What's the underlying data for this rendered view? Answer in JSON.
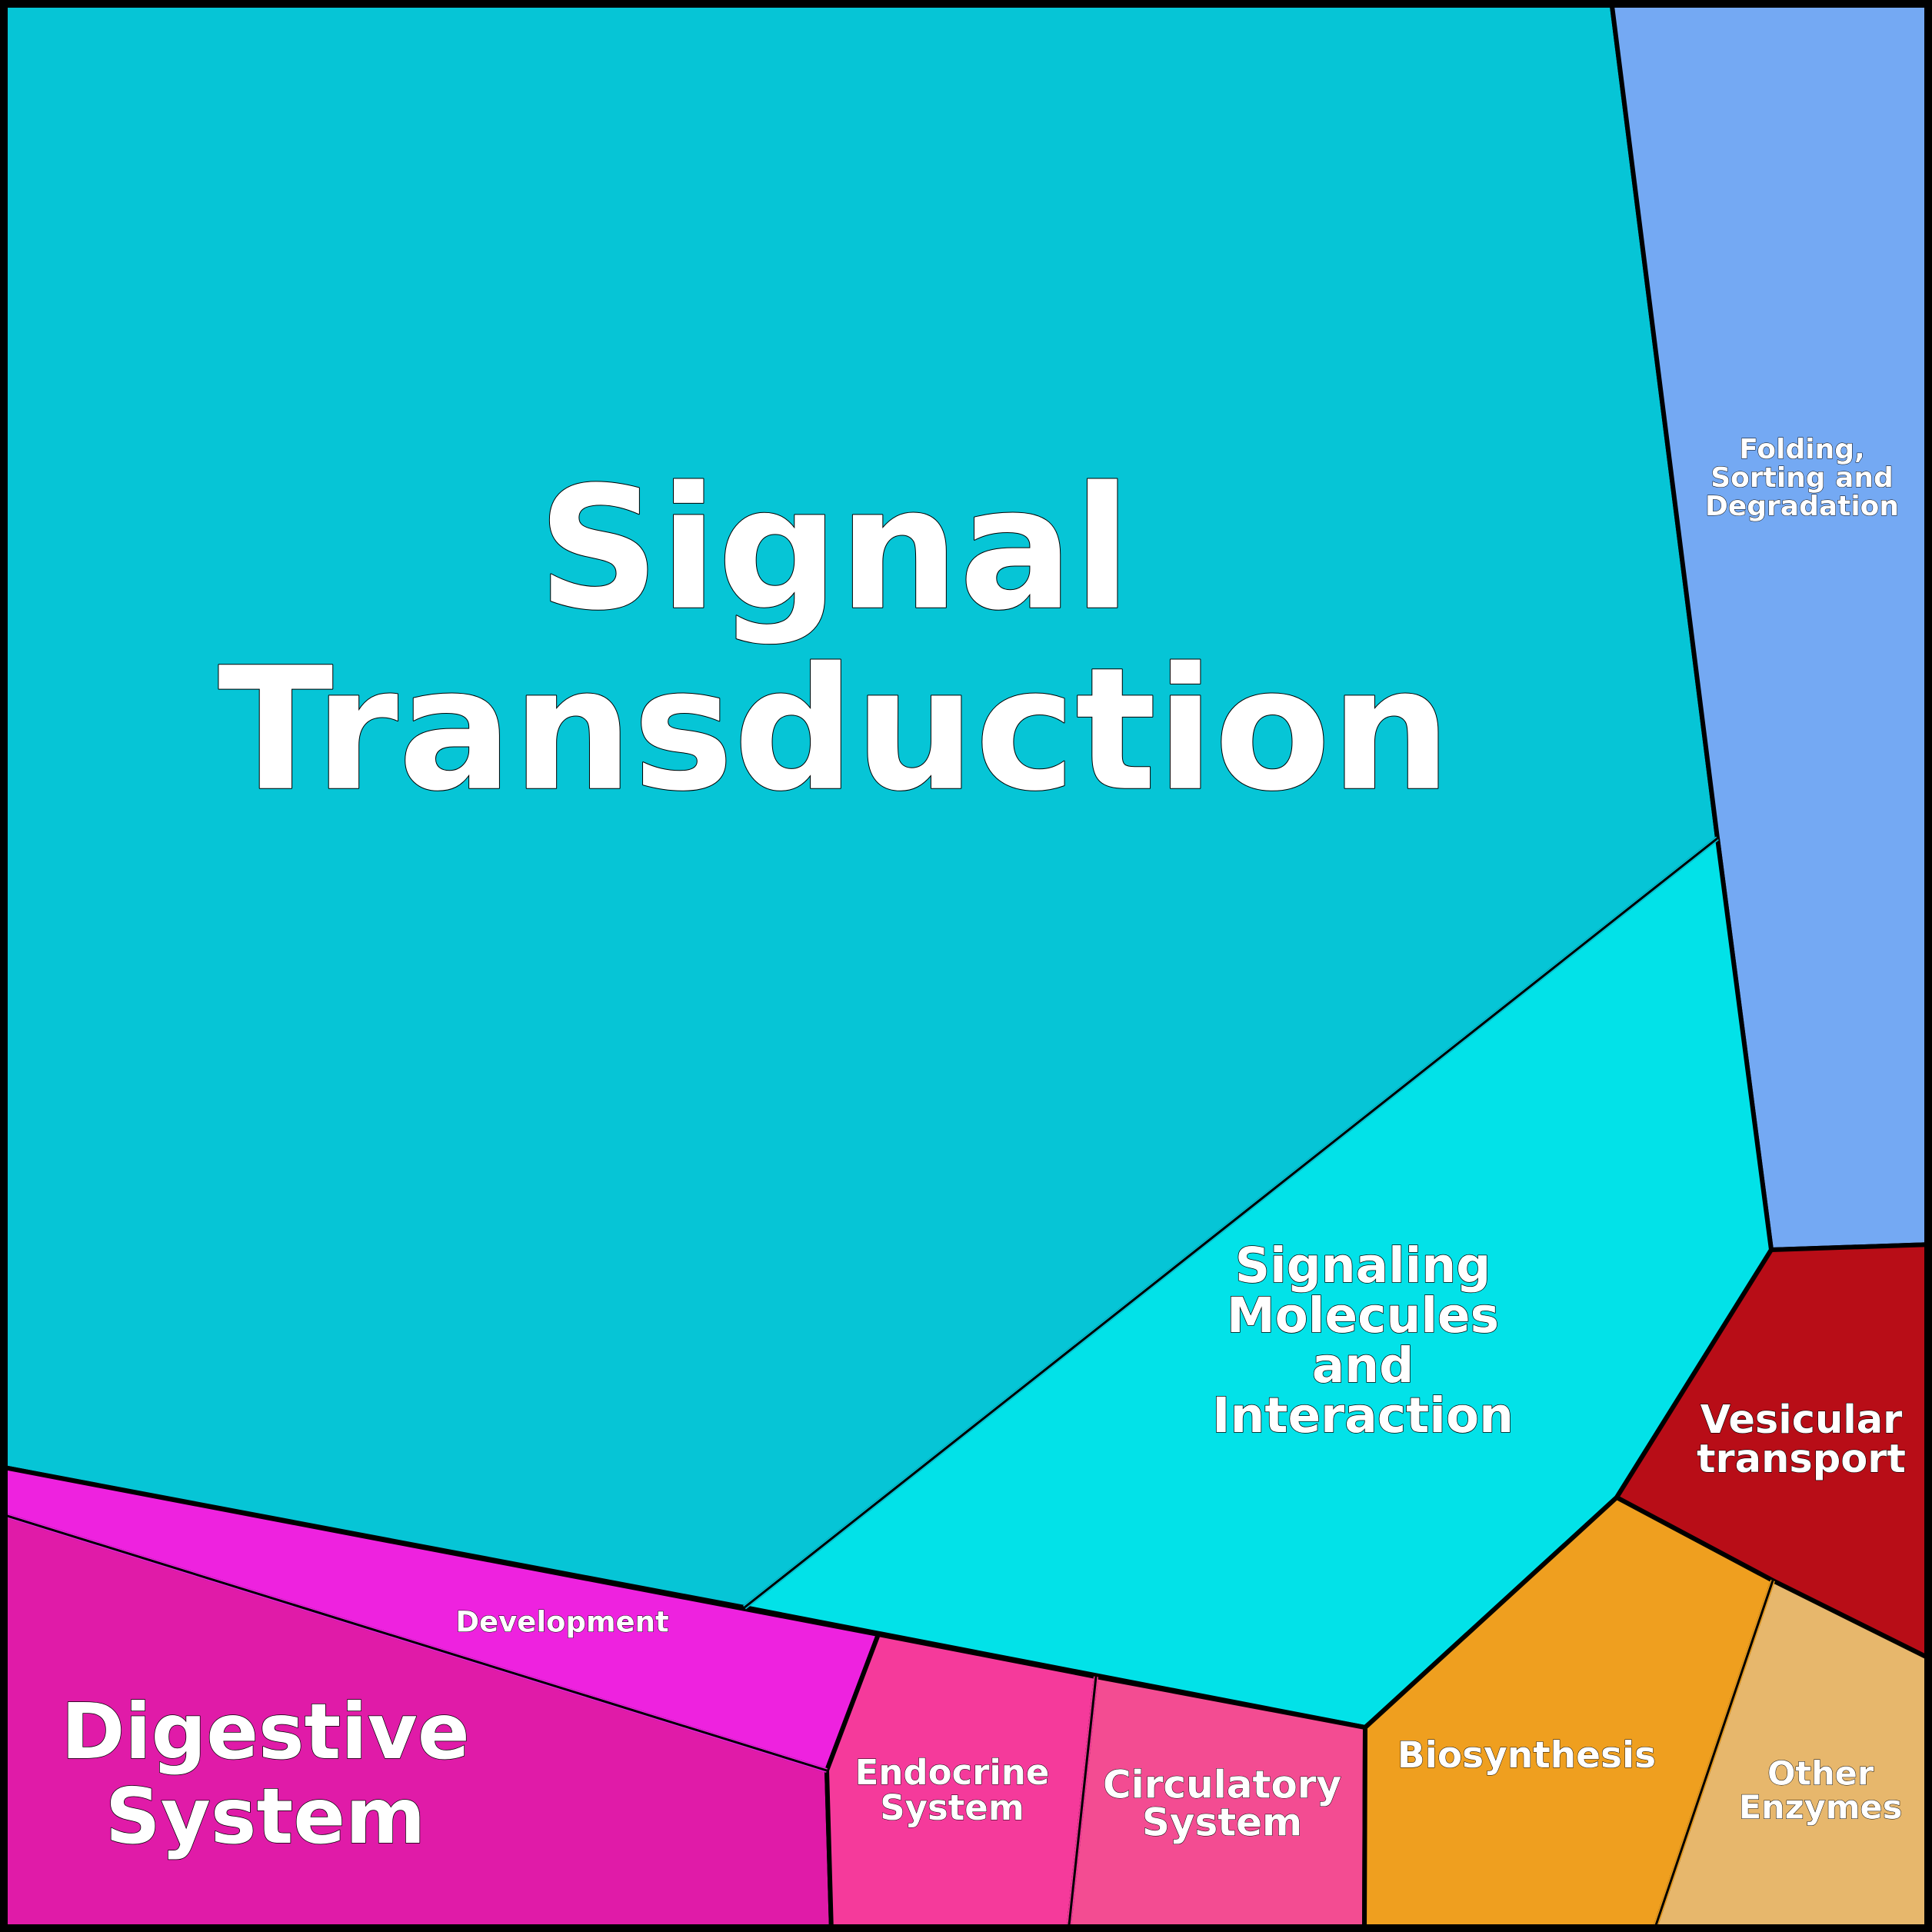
{
  "chart_data": {
    "type": "voronoi-treemap",
    "cells": [
      {
        "id": "signal-transduction",
        "label": "Signal\nTransduction",
        "color": "#06C5D6"
      },
      {
        "id": "folding-sorting-degradation",
        "label": "Folding,\nSorting and\nDegradation",
        "color": "#74A9F3"
      },
      {
        "id": "signaling-molecules-interaction",
        "label": "Signaling\nMolecules\nand\nInteraction",
        "color": "#02E2E8"
      },
      {
        "id": "vesicular-transport",
        "label": "Vesicular\ntransport",
        "color": "#B80D17"
      },
      {
        "id": "development",
        "label": "Development",
        "color": "#EE22DF"
      },
      {
        "id": "digestive-system",
        "label": "Digestive\nSystem",
        "color": "#E01BA8"
      },
      {
        "id": "endocrine-system",
        "label": "Endocrine\nSystem",
        "color": "#F53A9B"
      },
      {
        "id": "circulatory-system",
        "label": "Circulatory\nSystem",
        "color": "#F34C92"
      },
      {
        "id": "biosynthesis",
        "label": "Biosynthesis",
        "color": "#EF9F1F"
      },
      {
        "id": "other-enzymes",
        "label": "Other\nEnzymes",
        "color": "#E7B76C"
      }
    ]
  }
}
